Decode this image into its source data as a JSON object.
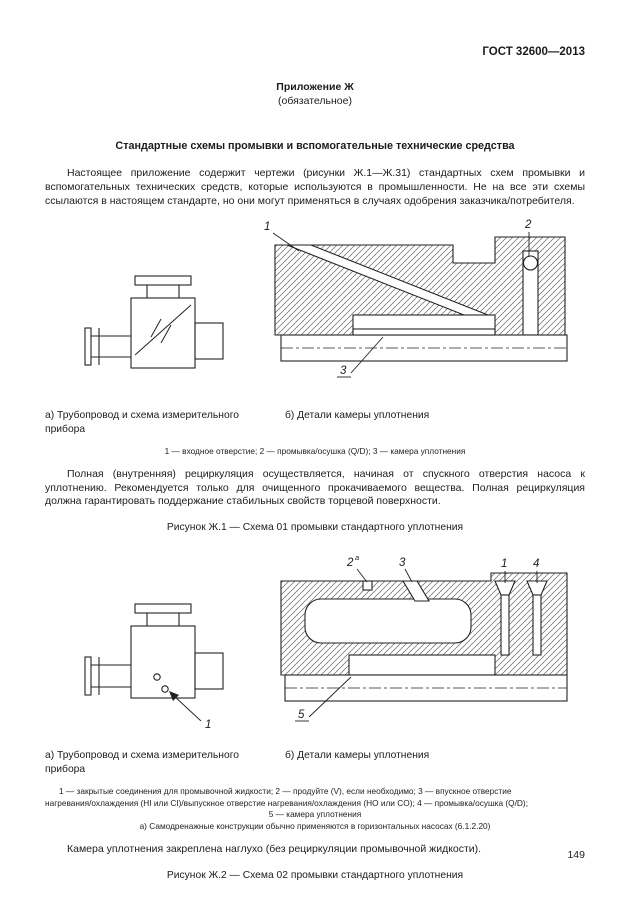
{
  "header": {
    "doc_number": "ГОСТ 32600—2013"
  },
  "appendix": {
    "name": "Приложение Ж",
    "kind": "(обязательное)"
  },
  "section_title": "Стандартные схемы промывки и вспомогательные технические средства",
  "intro": "Настоящее приложение содержит чертежи (рисунки Ж.1—Ж.31) стандартных схем промывки и вспомогательных технических средств, которые используются в промышленности. Не на все эти схемы ссылаются в настоящем стандарте, но они могут применяться в случаях одобрения заказчика/потребителя.",
  "fig1": {
    "caption_a": "а) Трубопровод и схема измерительного прибора",
    "caption_b": "б) Детали камеры уплотнения",
    "legend": "1 — входное отверстие; 2 — промывка/осушка (Q/D); 3 — камера уплотнения",
    "paragraph": "Полная (внутренняя) рециркуляция осуществляется, начиная от спускного отверстия насоса к уплотнению. Рекомендуется только для очищенного прокачиваемого вещества. Полная рециркуляция должна гарантировать поддержание стабильных свойств торцевой поверхности.",
    "title": "Рисунок Ж.1 — Схема 01 промывки стандартного уплотнения",
    "drawing_labels": {
      "inlet": "1",
      "flush": "2",
      "chamber": "3"
    }
  },
  "fig2": {
    "caption_a": "а) Трубопровод и схема измерительного прибора",
    "caption_b": "б) Детали камеры уплотнения",
    "legend_lines": [
      "1 — закрытые соединения для промывочной жидкости; 2 — продуйте (V), если необходимо; 3 — впускное отверстие",
      "нагревания/охлаждения (HI или CI)/выпускное отверстие нагревания/охлаждения (HO или CO); 4 — промывка/осушка (Q/D);",
      "5 — камера уплотнения"
    ],
    "footnote": "а) Самодренажные конструкции обычно применяются в горизонтальных насосах (6.1.2.20)",
    "paragraph": "Камера уплотнения закреплена наглухо (без рециркуляции промывочной жидкости).",
    "title": "Рисунок Ж.2 — Схема 02 промывки стандартного уплотнения",
    "drawing_labels": {
      "closed_connections": "1",
      "vent": "2",
      "vent_sup": "а",
      "heating": "3",
      "flush": "4",
      "chamber": "5",
      "pipe_pointer": "1"
    }
  },
  "footer": {
    "page_number": "149"
  }
}
